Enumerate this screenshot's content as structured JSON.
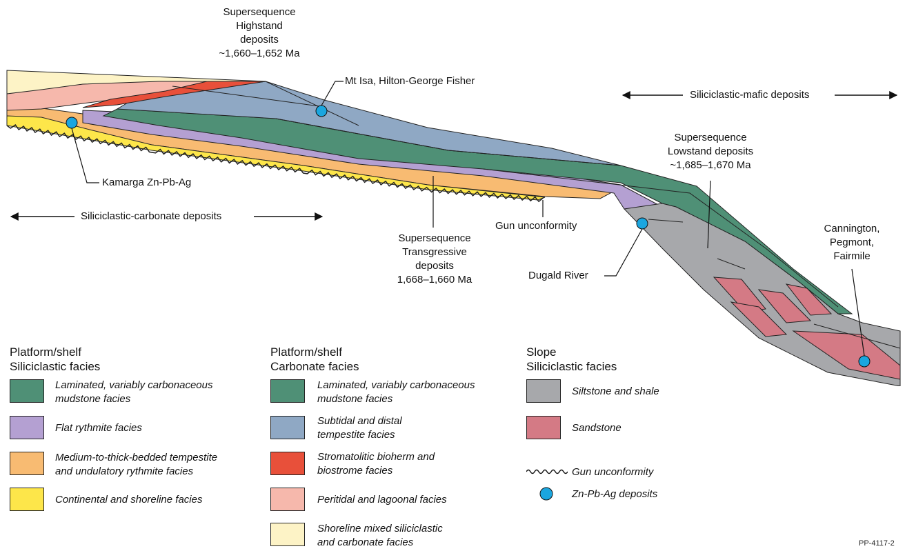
{
  "colors": {
    "mudstone": "#4f9076",
    "rythmite": "#b4a0d2",
    "tempestite": "#f8bb72",
    "continental": "#fde64a",
    "subtidal": "#8fa8c4",
    "stromatolitic": "#e8503a",
    "peritidal": "#f6b8ac",
    "shoreline_mixed": "#fdf3c6",
    "siltstone": "#a7a8ab",
    "sandstone": "#d47a85",
    "deposit_marker": "#1ba6df"
  },
  "annotations": {
    "highstand": [
      "Supersequence",
      "Highstand",
      "deposits",
      "~1,660–1,652 Ma"
    ],
    "mt_isa": "Mt Isa, Hilton-George Fisher",
    "siliciclastic_mafic": "Siliciclastic-mafic deposits",
    "lowstand": [
      "Supersequence",
      "Lowstand deposits",
      "~1,685–1,670 Ma"
    ],
    "kamarga": "Kamarga Zn-Pb-Ag",
    "siliciclastic_carbonate": "Siliciclastic-carbonate deposits",
    "gun_unconformity": "Gun unconformity",
    "cannington": [
      "Cannington,",
      "Pegmont,",
      "Fairmile"
    ],
    "transgressive": [
      "Supersequence",
      "Transgressive",
      "deposits",
      "1,668–1,660 Ma"
    ],
    "dugald": "Dugald River"
  },
  "legend": {
    "col1": {
      "heading": [
        "Platform/shelf",
        "Siliciclastic facies"
      ],
      "items": [
        {
          "color_key": "mudstone",
          "label": [
            "Laminated, variably carbonaceous",
            "mudstone facies"
          ]
        },
        {
          "color_key": "rythmite",
          "label": [
            "Flat rythmite facies"
          ]
        },
        {
          "color_key": "tempestite",
          "label": [
            "Medium-to-thick-bedded tempestite",
            "and undulatory rythmite facies"
          ]
        },
        {
          "color_key": "continental",
          "label": [
            "Continental and shoreline facies"
          ]
        }
      ]
    },
    "col2": {
      "heading": [
        "Platform/shelf",
        "Carbonate facies"
      ],
      "items": [
        {
          "color_key": "mudstone",
          "label": [
            "Laminated, variably carbonaceous",
            "mudstone facies"
          ]
        },
        {
          "color_key": "subtidal",
          "label": [
            "Subtidal and distal",
            "tempestite facies"
          ]
        },
        {
          "color_key": "stromatolitic",
          "label": [
            "Stromatolitic bioherm and",
            "biostrome facies"
          ]
        },
        {
          "color_key": "peritidal",
          "label": [
            "Peritidal and lagoonal facies"
          ]
        },
        {
          "color_key": "shoreline_mixed",
          "label": [
            "Shoreline mixed siliciclastic",
            "and carbonate facies"
          ]
        }
      ]
    },
    "col3": {
      "heading": [
        "Slope",
        "Siliciclastic facies"
      ],
      "items": [
        {
          "color_key": "siltstone",
          "label": [
            "Siltstone and shale"
          ]
        },
        {
          "color_key": "sandstone",
          "label": [
            "Sandstone"
          ]
        }
      ],
      "symbols": [
        {
          "icon": "wavy-line-icon",
          "label": "Gun unconformity"
        },
        {
          "icon": "blue-circle-icon",
          "label": "Zn-Pb-Ag deposits"
        }
      ]
    }
  },
  "figure_code": "PP-4117-2"
}
